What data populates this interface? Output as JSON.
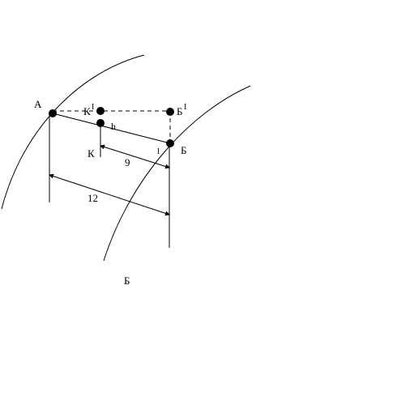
{
  "points": {
    "a": "А",
    "b": "Б",
    "k": "К",
    "k_prime": "К",
    "b_prime": "Б",
    "prime_mark": "I"
  },
  "segments": {
    "h": "h",
    "l": "l"
  },
  "dimensions": {
    "short": "9",
    "long": "12"
  },
  "region": {
    "b": "Б"
  }
}
